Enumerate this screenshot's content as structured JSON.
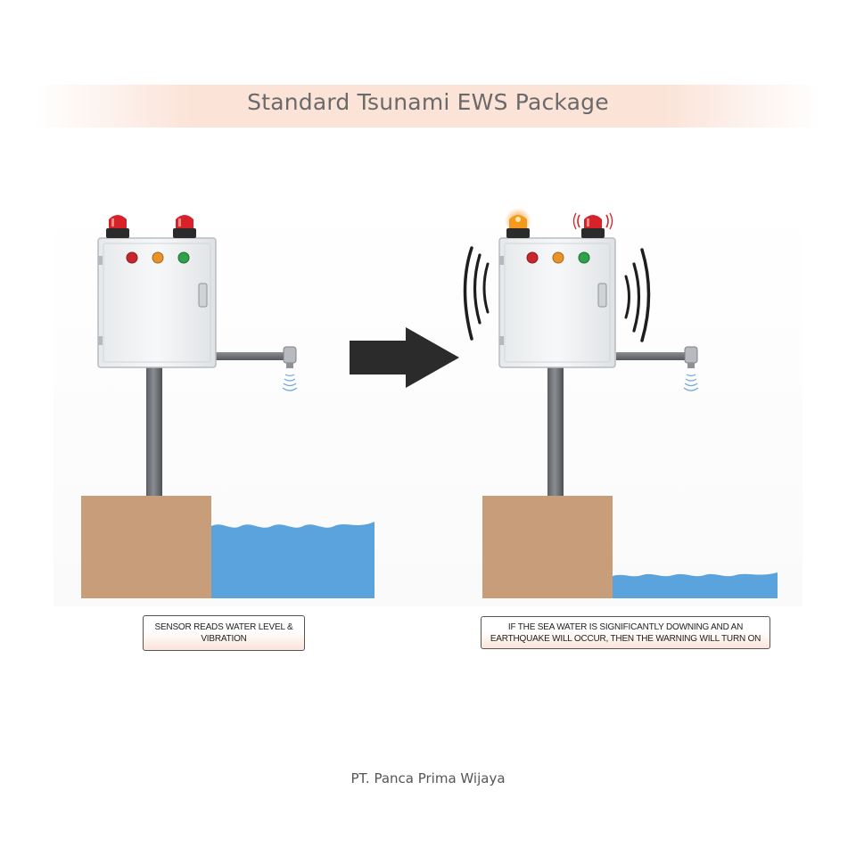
{
  "title": "Standard Tsunami EWS Package",
  "captions": {
    "before": "SENSOR READS WATER LEVEL & VIBRATION",
    "after": "IF THE SEA WATER IS SIGNIFICANTLY DOWNING AND AN EARTHQUAKE WILL OCCUR, THEN THE WARNING WILL TURN ON"
  },
  "footer": "PT. Panca Prima Wijaya",
  "colors": {
    "ground": "#c89d7a",
    "water": "#5aa3dd",
    "beacon_off": "#d8222a",
    "beacon_on": "#f39a1e",
    "arrow": "#2b2b2b",
    "cabinet": "#f1f3f4",
    "pole": "#6b6f73"
  },
  "icons": {
    "arrow": "right-arrow-icon",
    "vibration": "vibration-waves-icon",
    "sensor_signal": "sensor-signal-icon"
  }
}
